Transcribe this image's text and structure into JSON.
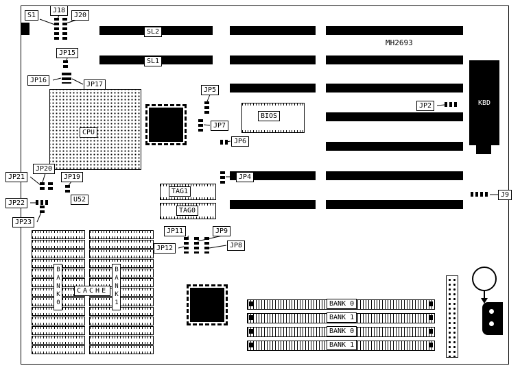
{
  "board": {
    "model": "MH2693"
  },
  "slots": {
    "sl1": "SL1",
    "sl2": "SL2"
  },
  "chips": {
    "cpu": "CPU",
    "bios": "BIOS",
    "kbd": "KBD",
    "cache": "CACHE",
    "u52": "U52",
    "tag0": "TAG0",
    "tag1": "TAG1"
  },
  "memory": {
    "simm_banks": [
      "BANK 0",
      "BANK 1",
      "BANK 0",
      "BANK 1"
    ],
    "cache_bank_left": "BANK0",
    "cache_bank_right": "BANK1"
  },
  "callouts": {
    "s1": "S1",
    "j18": "J18",
    "j20": "J20",
    "jp15": "JP15",
    "jp16": "JP16",
    "jp17": "JP17",
    "jp5": "JP5",
    "jp7": "JP7",
    "jp6": "JP6",
    "jp4": "JP4",
    "jp2": "JP2",
    "j9": "J9",
    "jp19": "JP19",
    "jp20": "JP20",
    "jp21": "JP21",
    "jp22": "JP22",
    "jp23": "JP23",
    "jp11": "JP11",
    "jp12": "JP12",
    "jp9": "JP9",
    "jp8": "JP8"
  },
  "colors": {
    "silkscreen": "#000000",
    "board": "#ffffff"
  }
}
